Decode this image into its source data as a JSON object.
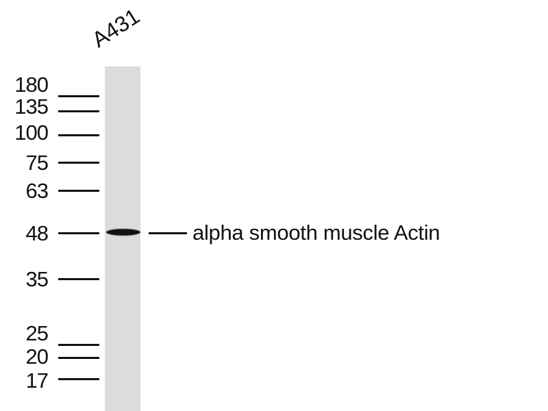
{
  "lane_label": "A431",
  "markers": [
    "180",
    "135",
    "100",
    "75",
    "63",
    "48",
    "35",
    "25",
    "20",
    "17"
  ],
  "target_label": "alpha smooth muscle Actin",
  "band_marker": "48",
  "colors": {
    "lane": "#dcdcdc",
    "band": "#111111"
  }
}
